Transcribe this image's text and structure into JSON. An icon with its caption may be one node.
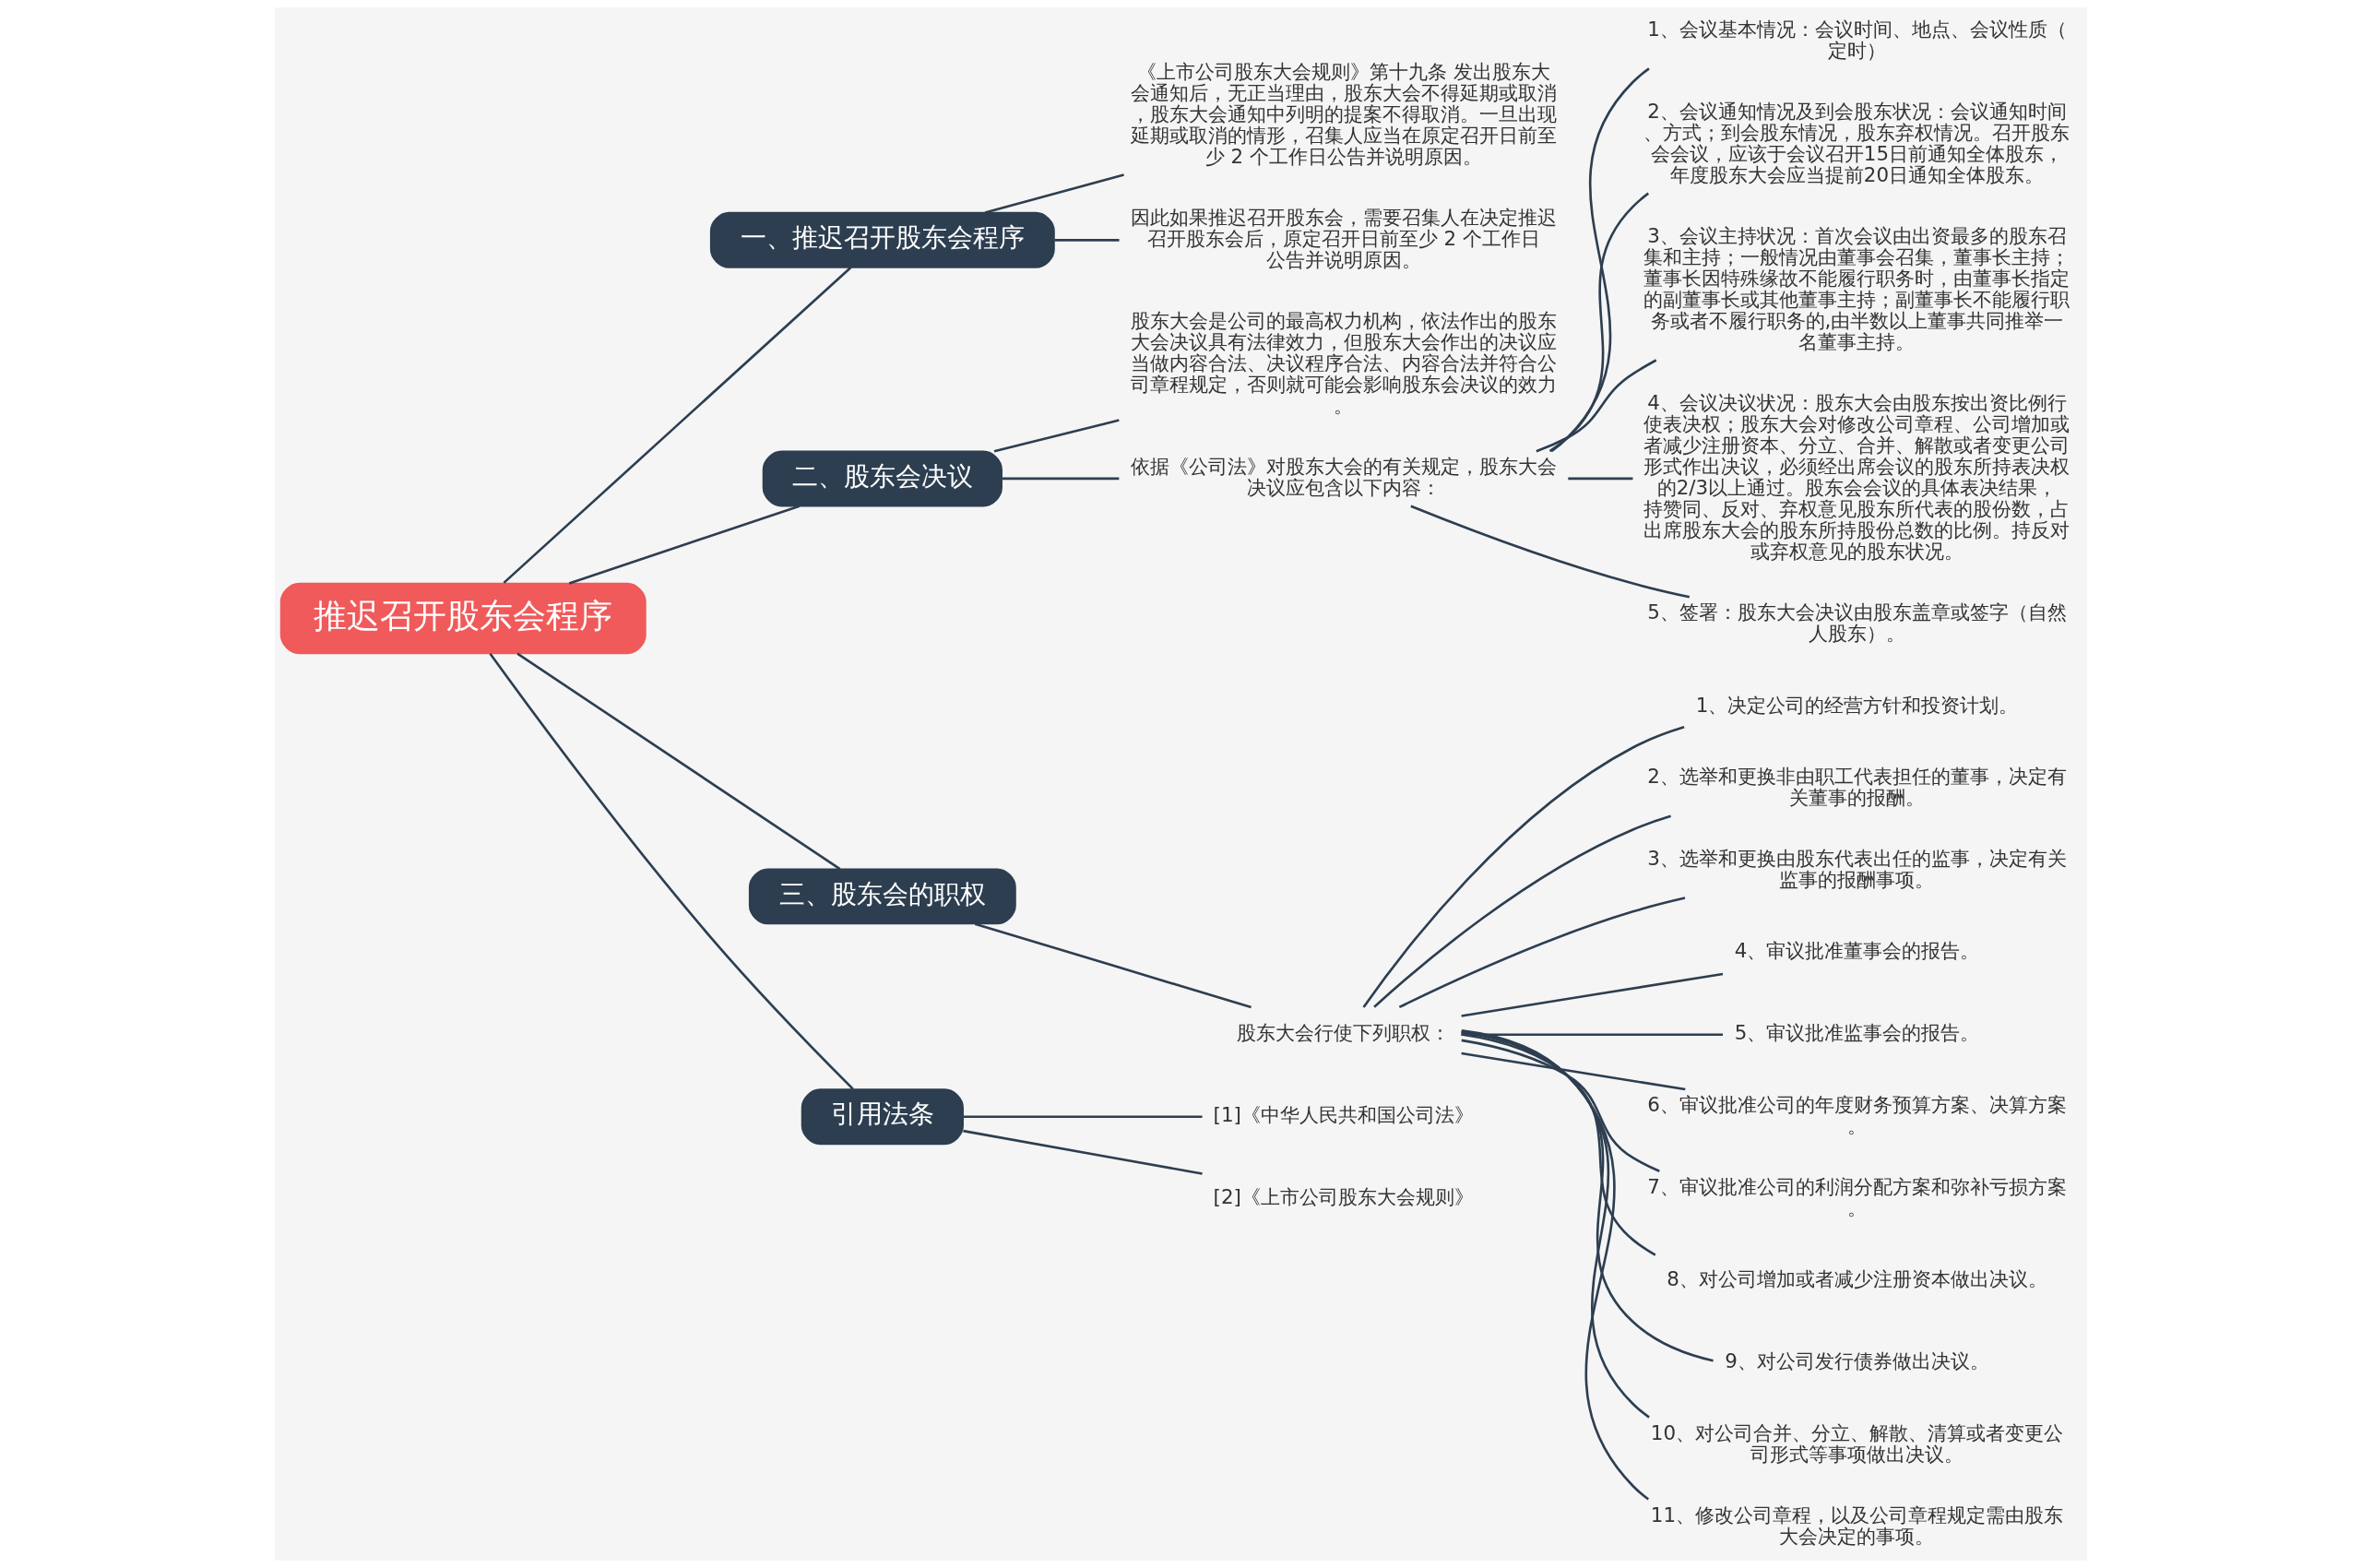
{
  "diagram": {
    "nodes": [
      {
        "text": [
          "推迟召开股东会程序"
        ]
      },
      {
        "text": [
          "一、推迟召开股东会程序"
        ]
      },
      {
        "text": [
          "《上市公司股东大会规则》第十九条 发出股东大会通知后，无正当理由，股东大会不得延期或取消，股东大会通知中列明的提案不得取消。一旦出现延期或取消的情形，召集人应当在原定召开日前至少 2 个工作日公告并说明原因。"
        ]
      },
      {
        "text": [
          "因此如果推迟召开股东会，需要召集人在决定推迟召开股东会后，原定召开日前至少 2 个工作日公告并说明原因。"
        ]
      },
      {
        "text": [
          "二、股东会决议"
        ]
      },
      {
        "text": [
          "股东大会是公司的最高权力机构，依法作出的股东大会决议具有法律效力，但股东大会作出的决议应当做内容合法、决议程序合法、内容合法并符合公司章程规定，否则就可能会影响股东会决议的效力。"
        ]
      },
      {
        "text": [
          "依据《公司法》对股东大会的有关规定，股东大会决议应包含以下内容："
        ]
      },
      {
        "text": [
          "1、会议基本情况：会议时间、地点、会议性质（定时）"
        ]
      },
      {
        "text": [
          "2、会议通知情况及到会股东状况：会议通知时间、方式；到会股东情况，股东弃权情况。召开股东会会议，应该于会议召开15日前通知全体股东，年度股东大会应当提前20日通知全体股东。"
        ]
      },
      {
        "text": [
          "3、会议主持状况：首次会议由出资最多的股东召集和主持；一般情况由董事会召集，董事长主持；董事长因特殊缘故不能履行职务时，由董事长指定的副董事长或其他董事主持；副董事长不能履行职务或者不履行职务的,由半数以上董事共同推举一名董事主持。"
        ]
      },
      {
        "text": [
          "4、会议决议状况：股东大会由股东按出资比例行使表决权；股东大会对修改公司章程、公司增加或者减少注册资本、分立、合并、解散或者变更公司形式作出决议，必须经出席会议的股东所持表决权的2/3以上通过。股东会会议的具体表决结果，持赞同、反对、弃权意见股东所代表的股份数，占出席股东大会的股东所持股份总数的比例。持反对或弃权意见的股东状况。"
        ]
      },
      {
        "text": [
          "5、签署：股东大会决议由股东盖章或签字（自然人股东）。"
        ]
      },
      {
        "text": [
          "三、股东会的职权"
        ]
      },
      {
        "text": [
          "股东大会行使下列职权："
        ]
      },
      {
        "text": [
          "1、决定公司的经营方针和投资计划。"
        ]
      },
      {
        "text": [
          "2、选举和更换非由职工代表担任的董事，决定有关董事的报酬。"
        ]
      },
      {
        "text": [
          "3、选举和更换由股东代表出任的监事，决定有关监事的报酬事项。"
        ]
      },
      {
        "text": [
          "4、审议批准董事会的报告。"
        ]
      },
      {
        "text": [
          "5、审议批准监事会的报告。"
        ]
      },
      {
        "text": [
          "6、审议批准公司的年度财务预算方案、决算方案。"
        ]
      },
      {
        "text": [
          "7、审议批准公司的利润分配方案和弥补亏损方案。"
        ]
      },
      {
        "text": [
          "8、对公司增加或者减少注册资本做出决议。"
        ]
      },
      {
        "text": [
          "9、对公司发行债券做出决议。"
        ]
      },
      {
        "text": [
          "10、对公司合并、分立、解散、清算或者变更公司形式等事项做出决议。"
        ]
      },
      {
        "text": [
          "11、修改公司章程，以及公司章程规定需由股东大会决定的事项。"
        ]
      },
      {
        "text": [
          "引用法条"
        ]
      },
      {
        "text": [
          "[1]《中华人民共和国公司法》"
        ]
      },
      {
        "text": [
          "[2]《上市公司股东大会规则》"
        ]
      }
    ],
    "edges": [
      {
        "from": 0,
        "to": 1,
        "arrow": "none"
      },
      {
        "from": 1,
        "to": 2,
        "arrow": "none"
      },
      {
        "from": 1,
        "to": 3,
        "arrow": "none"
      },
      {
        "from": 0,
        "to": 4,
        "arrow": "none"
      },
      {
        "from": 4,
        "to": 5,
        "arrow": "none"
      },
      {
        "from": 4,
        "to": 6,
        "arrow": "none"
      },
      {
        "from": 6,
        "to": 7,
        "arrow": "none"
      },
      {
        "from": 6,
        "to": 8,
        "arrow": "none"
      },
      {
        "from": 6,
        "to": 9,
        "arrow": "none"
      },
      {
        "from": 6,
        "to": 10,
        "arrow": "none"
      },
      {
        "from": 6,
        "to": 11,
        "arrow": "none"
      },
      {
        "from": 0,
        "to": 12,
        "arrow": "none"
      },
      {
        "from": 12,
        "to": 13,
        "arrow": "none"
      },
      {
        "from": 13,
        "to": 14,
        "arrow": "none"
      },
      {
        "from": 13,
        "to": 15,
        "arrow": "none"
      },
      {
        "from": 13,
        "to": 16,
        "arrow": "none"
      },
      {
        "from": 13,
        "to": 17,
        "arrow": "none"
      },
      {
        "from": 13,
        "to": 18,
        "arrow": "none"
      },
      {
        "from": 13,
        "to": 19,
        "arrow": "none"
      },
      {
        "from": 13,
        "to": 20,
        "arrow": "none"
      },
      {
        "from": 13,
        "to": 21,
        "arrow": "none"
      },
      {
        "from": 13,
        "to": 22,
        "arrow": "none"
      },
      {
        "from": 13,
        "to": 23,
        "arrow": "none"
      },
      {
        "from": 13,
        "to": 24,
        "arrow": "none"
      },
      {
        "from": 0,
        "to": 25,
        "arrow": "none"
      },
      {
        "from": 25,
        "to": 26,
        "arrow": "none"
      },
      {
        "from": 25,
        "to": 27,
        "arrow": "none"
      }
    ]
  }
}
